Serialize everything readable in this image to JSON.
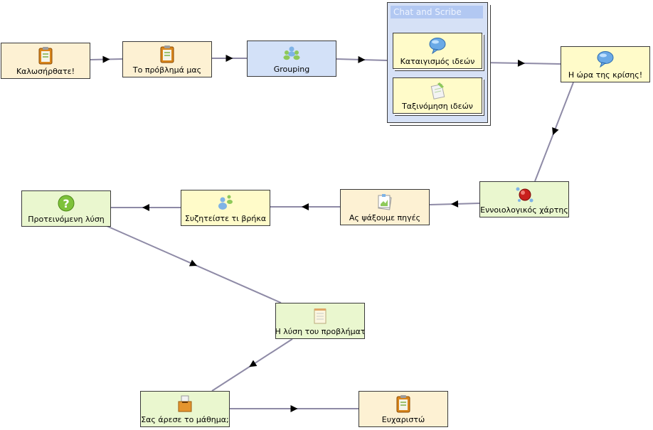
{
  "diagram": {
    "colors": {
      "link": "#8e8aa6",
      "arrow": "#000000",
      "node_border": "#3a3a3a"
    },
    "container": {
      "title": "Chat and Scribe"
    },
    "nodes": [
      {
        "id": "n1",
        "label": "Καλωσήρθατε!",
        "icon": "clipboard-icon",
        "color": "doc"
      },
      {
        "id": "n2",
        "label": "Το πρόβλημά μας",
        "icon": "clipboard-icon",
        "color": "doc"
      },
      {
        "id": "n3",
        "label": "Grouping",
        "icon": "group-icon",
        "color": "blue"
      },
      {
        "id": "n4",
        "label": "Καταιγισμός ιδεών",
        "icon": "chat-bubble-icon",
        "color": "yellow"
      },
      {
        "id": "n5",
        "label": "Ταξινόμηση ιδεών",
        "icon": "note-pen-icon",
        "color": "yellow"
      },
      {
        "id": "n6",
        "label": "Η ώρα της κρίσης!",
        "icon": "chat-bubble-icon",
        "color": "yellow"
      },
      {
        "id": "n7",
        "label": "Εννοιολογικός χάρτης",
        "icon": "concept-map-icon",
        "color": "green"
      },
      {
        "id": "n8",
        "label": "Ας ψάξουμε πηγές",
        "icon": "resources-icon",
        "color": "doc"
      },
      {
        "id": "n9",
        "label": "Συζητείστε τι βρήκα",
        "icon": "discussion-icon",
        "color": "yellow"
      },
      {
        "id": "n10",
        "label": "Προτεινόμενη λύση",
        "icon": "question-icon",
        "color": "green"
      },
      {
        "id": "n11",
        "label": "Η λύση του προβλήματ",
        "icon": "notepad-icon",
        "color": "green"
      },
      {
        "id": "n12",
        "label": "Σας άρεσε το μάθημα;",
        "icon": "ballot-box-icon",
        "color": "green"
      },
      {
        "id": "n13",
        "label": "Ευχαριστώ",
        "icon": "clipboard-icon",
        "color": "doc"
      }
    ]
  }
}
